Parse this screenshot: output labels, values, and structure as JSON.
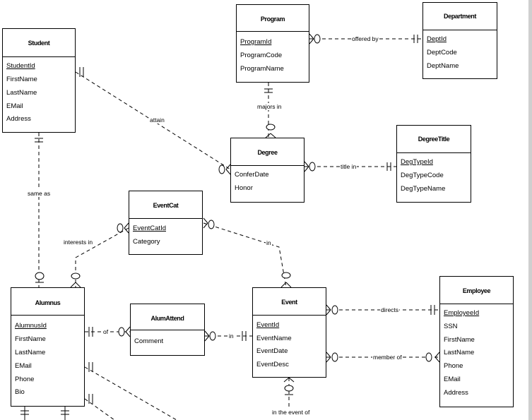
{
  "entities": {
    "student": {
      "title": "Student",
      "attributes": [
        "StudentId",
        "FirstName",
        "LastName",
        "EMail",
        "Address"
      ]
    },
    "program": {
      "title": "Program",
      "attributes": [
        "ProgramId",
        "ProgramCode",
        "ProgramName"
      ]
    },
    "department": {
      "title": "Department",
      "attributes": [
        "DeptId",
        "DeptCode",
        "DeptName"
      ]
    },
    "degree": {
      "title": "Degree",
      "attributes": [
        "ConferDate",
        "Honor"
      ]
    },
    "degreetitle": {
      "title": "DegreeTitle",
      "attributes": [
        "DegTypeId",
        "DegTypeCode",
        "DegTypeName"
      ]
    },
    "eventcat": {
      "title": "EventCat",
      "attributes": [
        "EventCatId",
        "Category"
      ]
    },
    "alumnus": {
      "title": "Alumnus",
      "attributes": [
        "AlumnusId",
        "FirstName",
        "LastName",
        "EMail",
        "Phone",
        "Bio"
      ]
    },
    "alumattend": {
      "title": "AlumAttend",
      "attributes": [
        "Comment"
      ]
    },
    "event": {
      "title": "Event",
      "attributes": [
        "EventId",
        "EventName",
        "EventDate",
        "EventDesc"
      ]
    },
    "employee": {
      "title": "Employee",
      "attributes": [
        "EmployeeId",
        "SSN",
        "FirstName",
        "LastName",
        "Phone",
        "EMail",
        "Address"
      ]
    }
  },
  "relationships": {
    "offered_by": "offered by",
    "majors_in": "majors in",
    "attain": "attain",
    "title_in": "title in",
    "same_as": "same as",
    "interests_in": "interests in",
    "in_eventcat": "in",
    "of": "of",
    "in_event": "in",
    "directs": "directs",
    "member_of": "member of",
    "in_the_event_of": "in the event of"
  }
}
